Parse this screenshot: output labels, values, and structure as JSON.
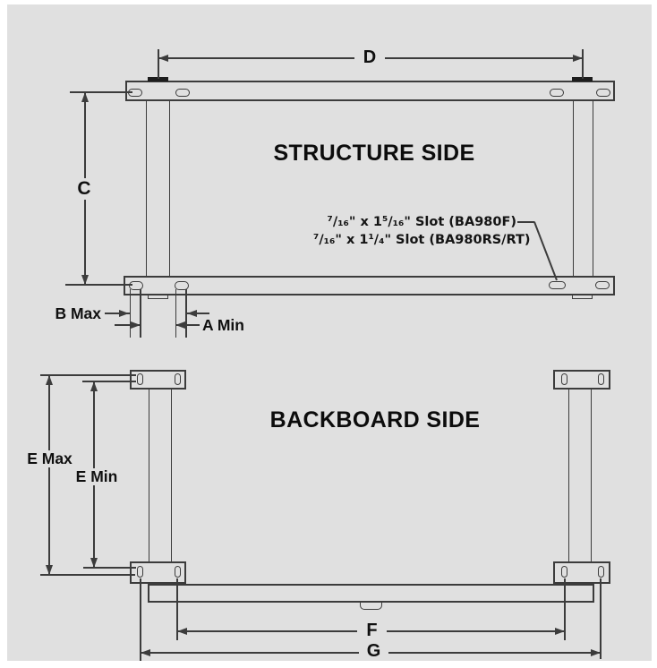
{
  "structure_side": {
    "title": "STRUCTURE SIDE",
    "dims": {
      "d": "D",
      "c": "C",
      "b_max": "B Max",
      "a_min": "A Min"
    },
    "slot_note": {
      "line1": "⁷/₁₆\" x 1⁵/₁₆\" Slot (BA980F)",
      "line2": "⁷/₁₆\" x 1¹/₄\" Slot (BA980RS/RT)"
    }
  },
  "backboard_side": {
    "title": "BACKBOARD SIDE",
    "dims": {
      "e_max": "E Max",
      "e_min": "E Min",
      "f": "F",
      "g": "G"
    }
  },
  "colors": {
    "background": "#e0e0e0",
    "line": "#3c3c3c",
    "text": "#101010"
  }
}
